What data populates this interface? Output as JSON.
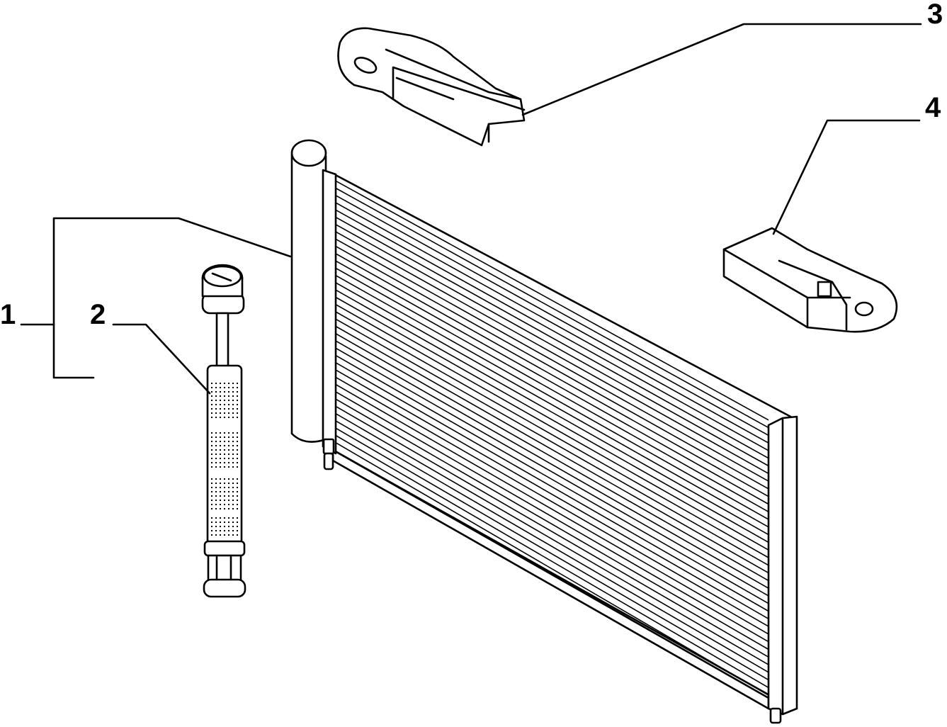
{
  "diagram": {
    "callouts": [
      {
        "id": "1",
        "label": "1",
        "part": "condenser"
      },
      {
        "id": "2",
        "label": "2",
        "part": "receiver-drier"
      },
      {
        "id": "3",
        "label": "3",
        "part": "upper-bracket"
      },
      {
        "id": "4",
        "label": "4",
        "part": "side-bracket"
      }
    ],
    "colors": {
      "line": "#000000",
      "background": "#ffffff"
    }
  }
}
